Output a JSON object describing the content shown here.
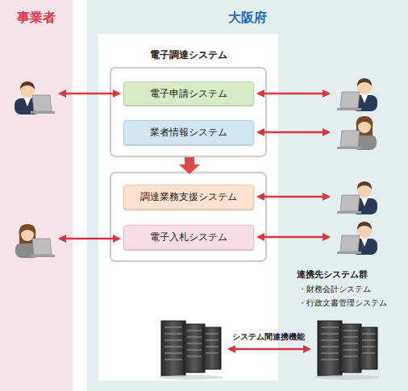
{
  "diagram": {
    "nodes": [
      {
        "text": [
          "事業者"
        ]
      },
      {
        "text": [
          "大阪府"
        ]
      },
      {
        "text": [
          "電子調達システム"
        ],
        "in": 1
      },
      {
        "text": [
          "電子申請システム"
        ],
        "in": 2
      },
      {
        "text": [
          "業者情報システム"
        ],
        "in": 2
      },
      {
        "text": [
          "調達業務支援システム"
        ],
        "in": 2
      },
      {
        "text": [
          "電子入札システム"
        ],
        "in": 2
      }
    ],
    "labels": [
      "連携先システム群",
      "・財務会計システム",
      "・行政文書管理システム",
      "システム間連携機能"
    ]
  }
}
